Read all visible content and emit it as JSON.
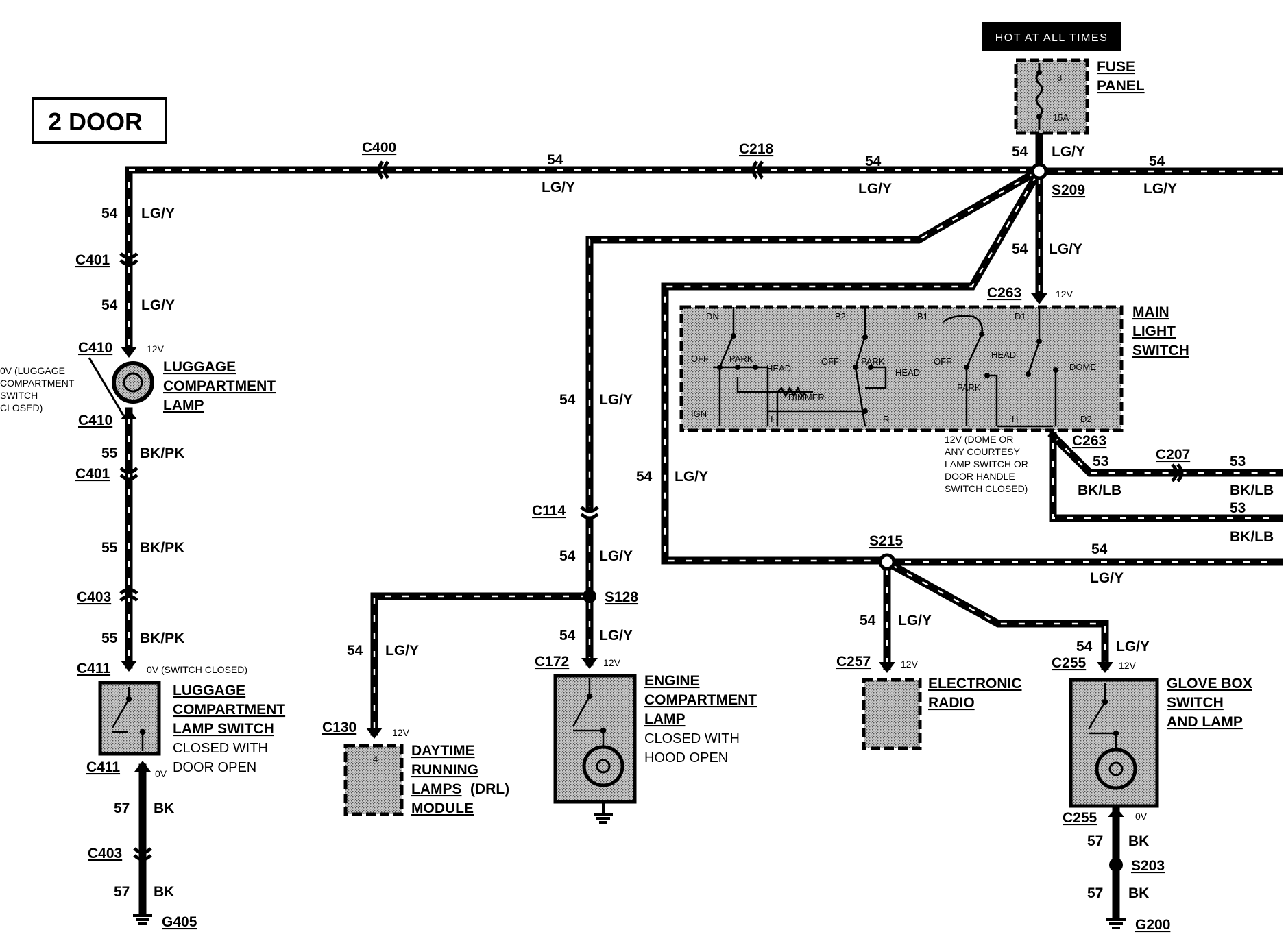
{
  "title": "2 DOOR",
  "hot_label": "HOT AT ALL TIMES",
  "fuse": {
    "name": [
      "FUSE",
      "PANEL"
    ],
    "number": "8",
    "rating": "15A"
  },
  "circuits": {
    "c54": "54",
    "c55": "55",
    "c57": "57",
    "c53": "53",
    "lgy": "LG/Y",
    "bkpk": "BK/PK",
    "bk": "BK",
    "bklb": "BK/LB"
  },
  "connectors": {
    "C400": "C400",
    "C218": "C218",
    "S209": "S209",
    "C401": "C401",
    "C410": "C410",
    "C403": "C403",
    "C411": "C411",
    "G405": "G405",
    "C263": "C263",
    "C207": "C207",
    "C114": "C114",
    "S128": "S128",
    "C130": "C130",
    "C172": "C172",
    "S215": "S215",
    "C257": "C257",
    "C255": "C255",
    "S203": "S203",
    "G200": "G200"
  },
  "components": {
    "luggage_lamp": [
      "LUGGAGE",
      "COMPARTMENT",
      "LAMP"
    ],
    "luggage_switch": [
      "LUGGAGE",
      "COMPARTMENT",
      "LAMP SWITCH"
    ],
    "luggage_switch_note": [
      "CLOSED WITH",
      "DOOR OPEN"
    ],
    "main_light_switch": [
      "MAIN",
      "LIGHT",
      "SWITCH"
    ],
    "drl": [
      "DAYTIME",
      "RUNNING",
      "LAMPS",
      "MODULE"
    ],
    "drl_suffix": "(DRL)",
    "engine_lamp": [
      "ENGINE",
      "COMPARTMENT",
      "LAMP"
    ],
    "engine_note": [
      "CLOSED WITH",
      "HOOD OPEN"
    ],
    "radio": [
      "ELECTRONIC",
      "RADIO"
    ],
    "glove_box": [
      "GLOVE BOX",
      "SWITCH",
      "AND LAMP"
    ]
  },
  "voltages": {
    "v12": "12V",
    "v0": "0V",
    "switch_closed": "0V (SWITCH CLOSED)"
  },
  "notes": {
    "luggage_0v": [
      "0V (LUGGAGE",
      "COMPARTMENT",
      "SWITCH",
      "CLOSED)"
    ],
    "dome_12v": [
      "12V (DOME OR",
      "ANY COURTESY",
      "LAMP SWITCH OR",
      "DOOR HANDLE",
      "SWITCH CLOSED)"
    ]
  },
  "switch_labels": {
    "dn": "DN",
    "b2": "B2",
    "b1": "B1",
    "d1": "D1",
    "d2": "D2",
    "off": "OFF",
    "park": "PARK",
    "head": "HEAD",
    "dome": "DOME",
    "dimmer": "DIMMER",
    "ign": "IGN",
    "r": "R",
    "h": "H",
    "i": "I"
  }
}
